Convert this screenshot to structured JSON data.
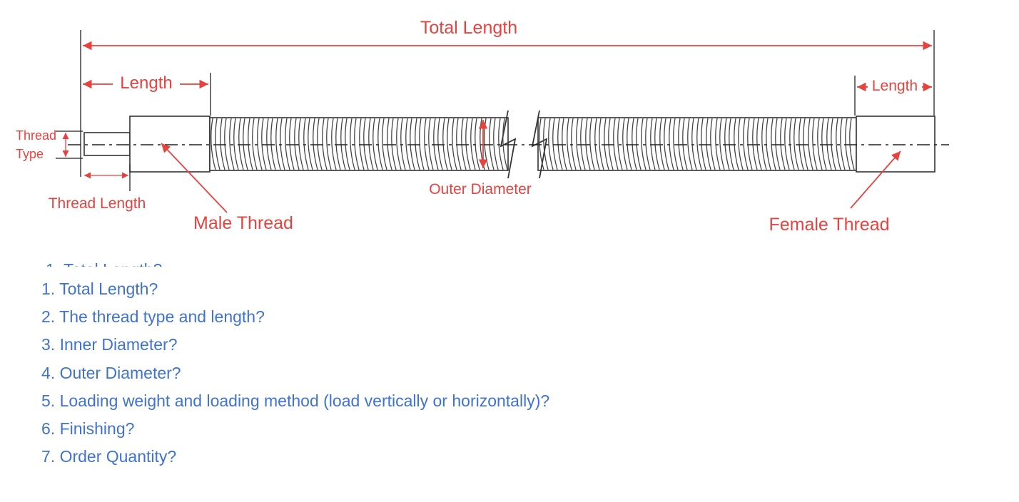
{
  "diagram": {
    "labels": {
      "total_length": "Total Length",
      "length_left": "Length",
      "length_right": "Length",
      "thread_type_1": "Thread",
      "thread_type_2": "Type",
      "thread_length": "Thread Length",
      "male_thread": "Male Thread",
      "outer_diameter": "Outer Diameter",
      "female_thread": "Female Thread"
    },
    "colors": {
      "annotation": "#e8423e",
      "drawing": "#333333",
      "list_text": "#3f73cf"
    }
  },
  "questions": [
    "1. Total Length?",
    "2. The thread type and length?",
    "3. Inner Diameter?",
    "4. Outer Diameter?",
    "5. Loading weight and loading method (load vertically or horizontally)?",
    "6. Finishing?",
    "7. Order Quantity?"
  ]
}
